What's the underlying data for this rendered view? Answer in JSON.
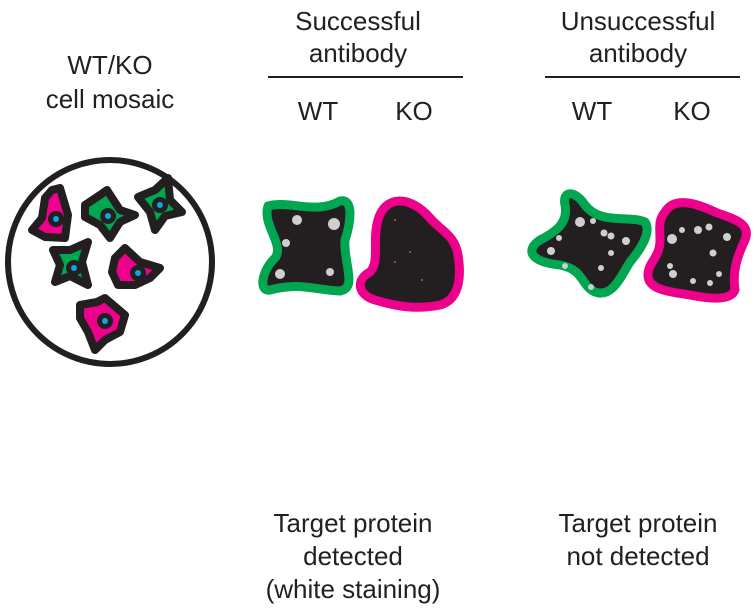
{
  "mosaic": {
    "title_line1": "WT/KO",
    "title_line2": "cell mosaic"
  },
  "successful": {
    "header_line1": "Successful",
    "header_line2": "antibody",
    "wt_label": "WT",
    "ko_label": "KO",
    "caption_line1": "Target protein",
    "caption_line2": "detected",
    "caption_line3": "(white staining)"
  },
  "unsuccessful": {
    "header_line1": "Unsuccessful",
    "header_line2": "antibody",
    "wt_label": "WT",
    "ko_label": "KO",
    "caption_line1": "Target protein",
    "caption_line2": "not detected"
  },
  "colors": {
    "wt": "#00a650",
    "ko": "#ec008c",
    "cell_body": "#231f20",
    "nucleus": "#0ea5e0",
    "stain": "#cfcfcf"
  }
}
